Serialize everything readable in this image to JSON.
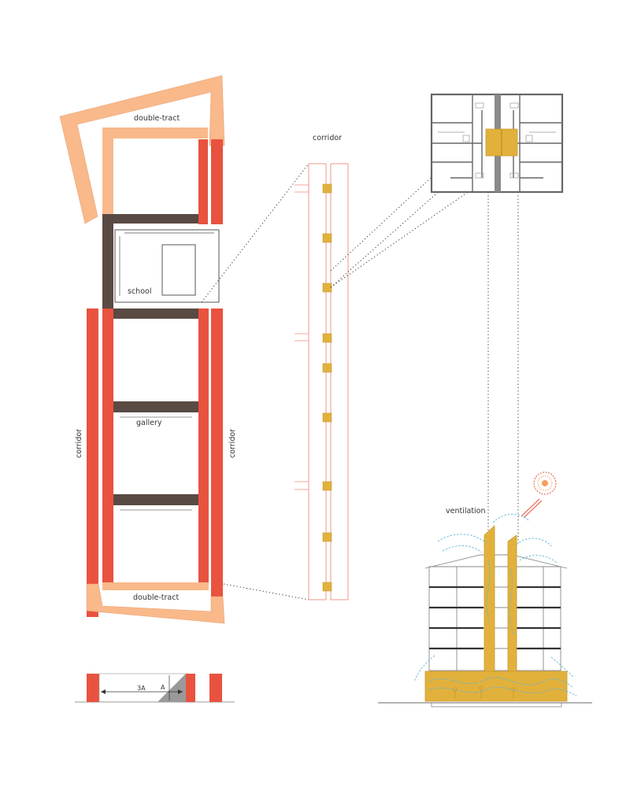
{
  "labels": {
    "double_tract_top": "double-tract",
    "double_tract_bottom": "double-tract",
    "school": "school",
    "gallery": "gallery",
    "corridor_left": "corridor",
    "corridor_right": "corridor",
    "corridor_detail": "corridor",
    "ventilation": "ventilation",
    "dim_3a": "3A",
    "dim_a": "A"
  },
  "colors": {
    "double_tract": "#f9b98a",
    "corridor": "#e8523f",
    "gallery": "#5a4a44",
    "school_outline": "#555555",
    "shaft": "#e2b13c",
    "shaft_dark": "#c99a2e",
    "air_flow": "#5fb6d9",
    "corridor_outline": "#f08a7a",
    "plan_walls": "#666666"
  },
  "icons": {
    "sun": "sun-icon",
    "ventilation_arrows": "air-flow-arrows",
    "figures": "person-figure-icon"
  }
}
